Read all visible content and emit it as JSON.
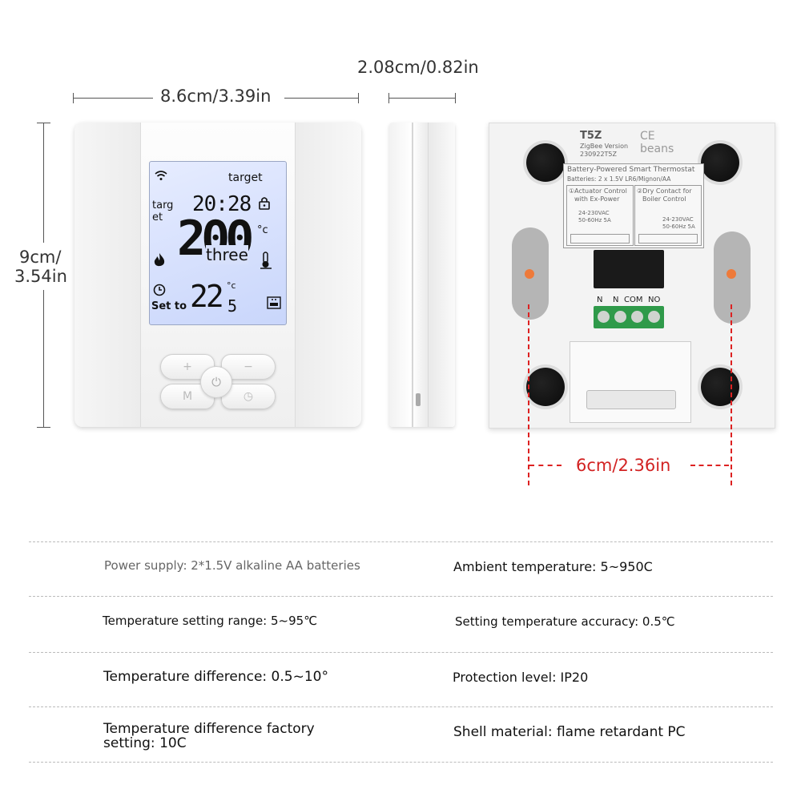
{
  "dimensions": {
    "front_width": "8.6cm/3.39in",
    "side_depth": "2.08cm/0.82in",
    "height_line1": "9cm/",
    "height_line2": "3.54in",
    "mount_spacing": "6cm/2.36in"
  },
  "lcd": {
    "target_label": "target",
    "target_left_line1": "targ",
    "target_left_line2": "et",
    "time": "20:28",
    "main_temp": "200",
    "main_unit": "°c",
    "main_word": "three",
    "set_temp": "22",
    "set_decimal": "5",
    "set_unit": "°c",
    "set_to_label": "Set to"
  },
  "buttons": {
    "plus": "+",
    "minus": "−",
    "mode": "M",
    "power": "⏻",
    "clock": "◷"
  },
  "back_label": {
    "model": "T5Z",
    "version": "ZigBee Version",
    "code": "230922T5Z",
    "ce": "CE",
    "brand": "beans",
    "title": "Battery-Powered Smart Thermostat",
    "batteries": "Batteries: 2 x 1.5V LR6/Mignon/AA",
    "left_box_line1": "①Actuator Control",
    "left_box_line2": "with Ex-Power",
    "left_box_line3": "24-230VAC",
    "left_box_line4": "50-60Hz 5A",
    "right_box_line1": "②Dry Contact for",
    "right_box_line2": "Boiler Control",
    "right_box_line3": "24-230VAC",
    "right_box_line4": "50-60Hz 5A",
    "terminals": [
      "N",
      "N",
      "COM",
      "NO"
    ]
  },
  "specs": {
    "power_supply": "Power supply: 2*1.5V alkaline AA batteries",
    "ambient_temperature": "Ambient temperature: 5~950C",
    "setting_range": "Temperature setting range: 5~95℃",
    "setting_accuracy": "Setting temperature accuracy: 0.5℃",
    "temp_difference": "Temperature difference: 0.5~10°",
    "protection_level": "Protection level: IP20",
    "diff_factory_line1": "Temperature difference factory",
    "diff_factory_line2": "setting: 10C",
    "shell_material": "Shell material: flame retardant PC"
  },
  "colors": {
    "accent_red": "#d22222",
    "lcd_blue": "#c9d6fb",
    "dot_orange": "#ee7a3a"
  }
}
